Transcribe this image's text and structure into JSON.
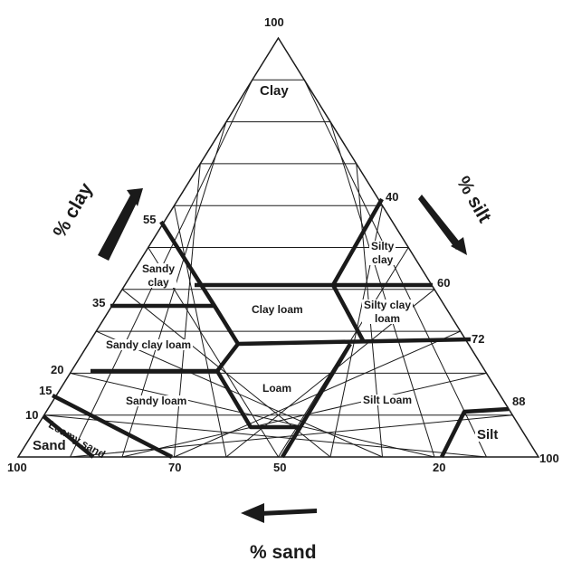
{
  "title_ticks": {
    "apex": "100",
    "bottom_left": "100",
    "bottom_right": "100"
  },
  "clay_ticks": [
    "55",
    "35",
    "20",
    "15",
    "10"
  ],
  "silt_ticks": [
    "40",
    "60",
    "72",
    "88"
  ],
  "sand_ticks": [
    "70",
    "50",
    "20"
  ],
  "axes": {
    "clay": "% clay",
    "silt": "% silt",
    "sand": "% sand"
  },
  "regions": {
    "clay": "Clay",
    "silty_clay": [
      "Silty",
      "clay"
    ],
    "sandy_clay": [
      "Sandy",
      "clay"
    ],
    "clay_loam": "Clay loam",
    "silty_clay_loam": [
      "Silty clay",
      "loam"
    ],
    "sandy_clay_loam": "Sandy clay loam",
    "loam": "Loam",
    "silt_loam": "Silt Loam",
    "sandy_loam": "Sandy loam",
    "loamy_sand": "Loamy sand",
    "sand": "Sand",
    "silt": "Silt"
  },
  "colors": {
    "line": "#1a1a1a",
    "background": "#ffffff"
  }
}
